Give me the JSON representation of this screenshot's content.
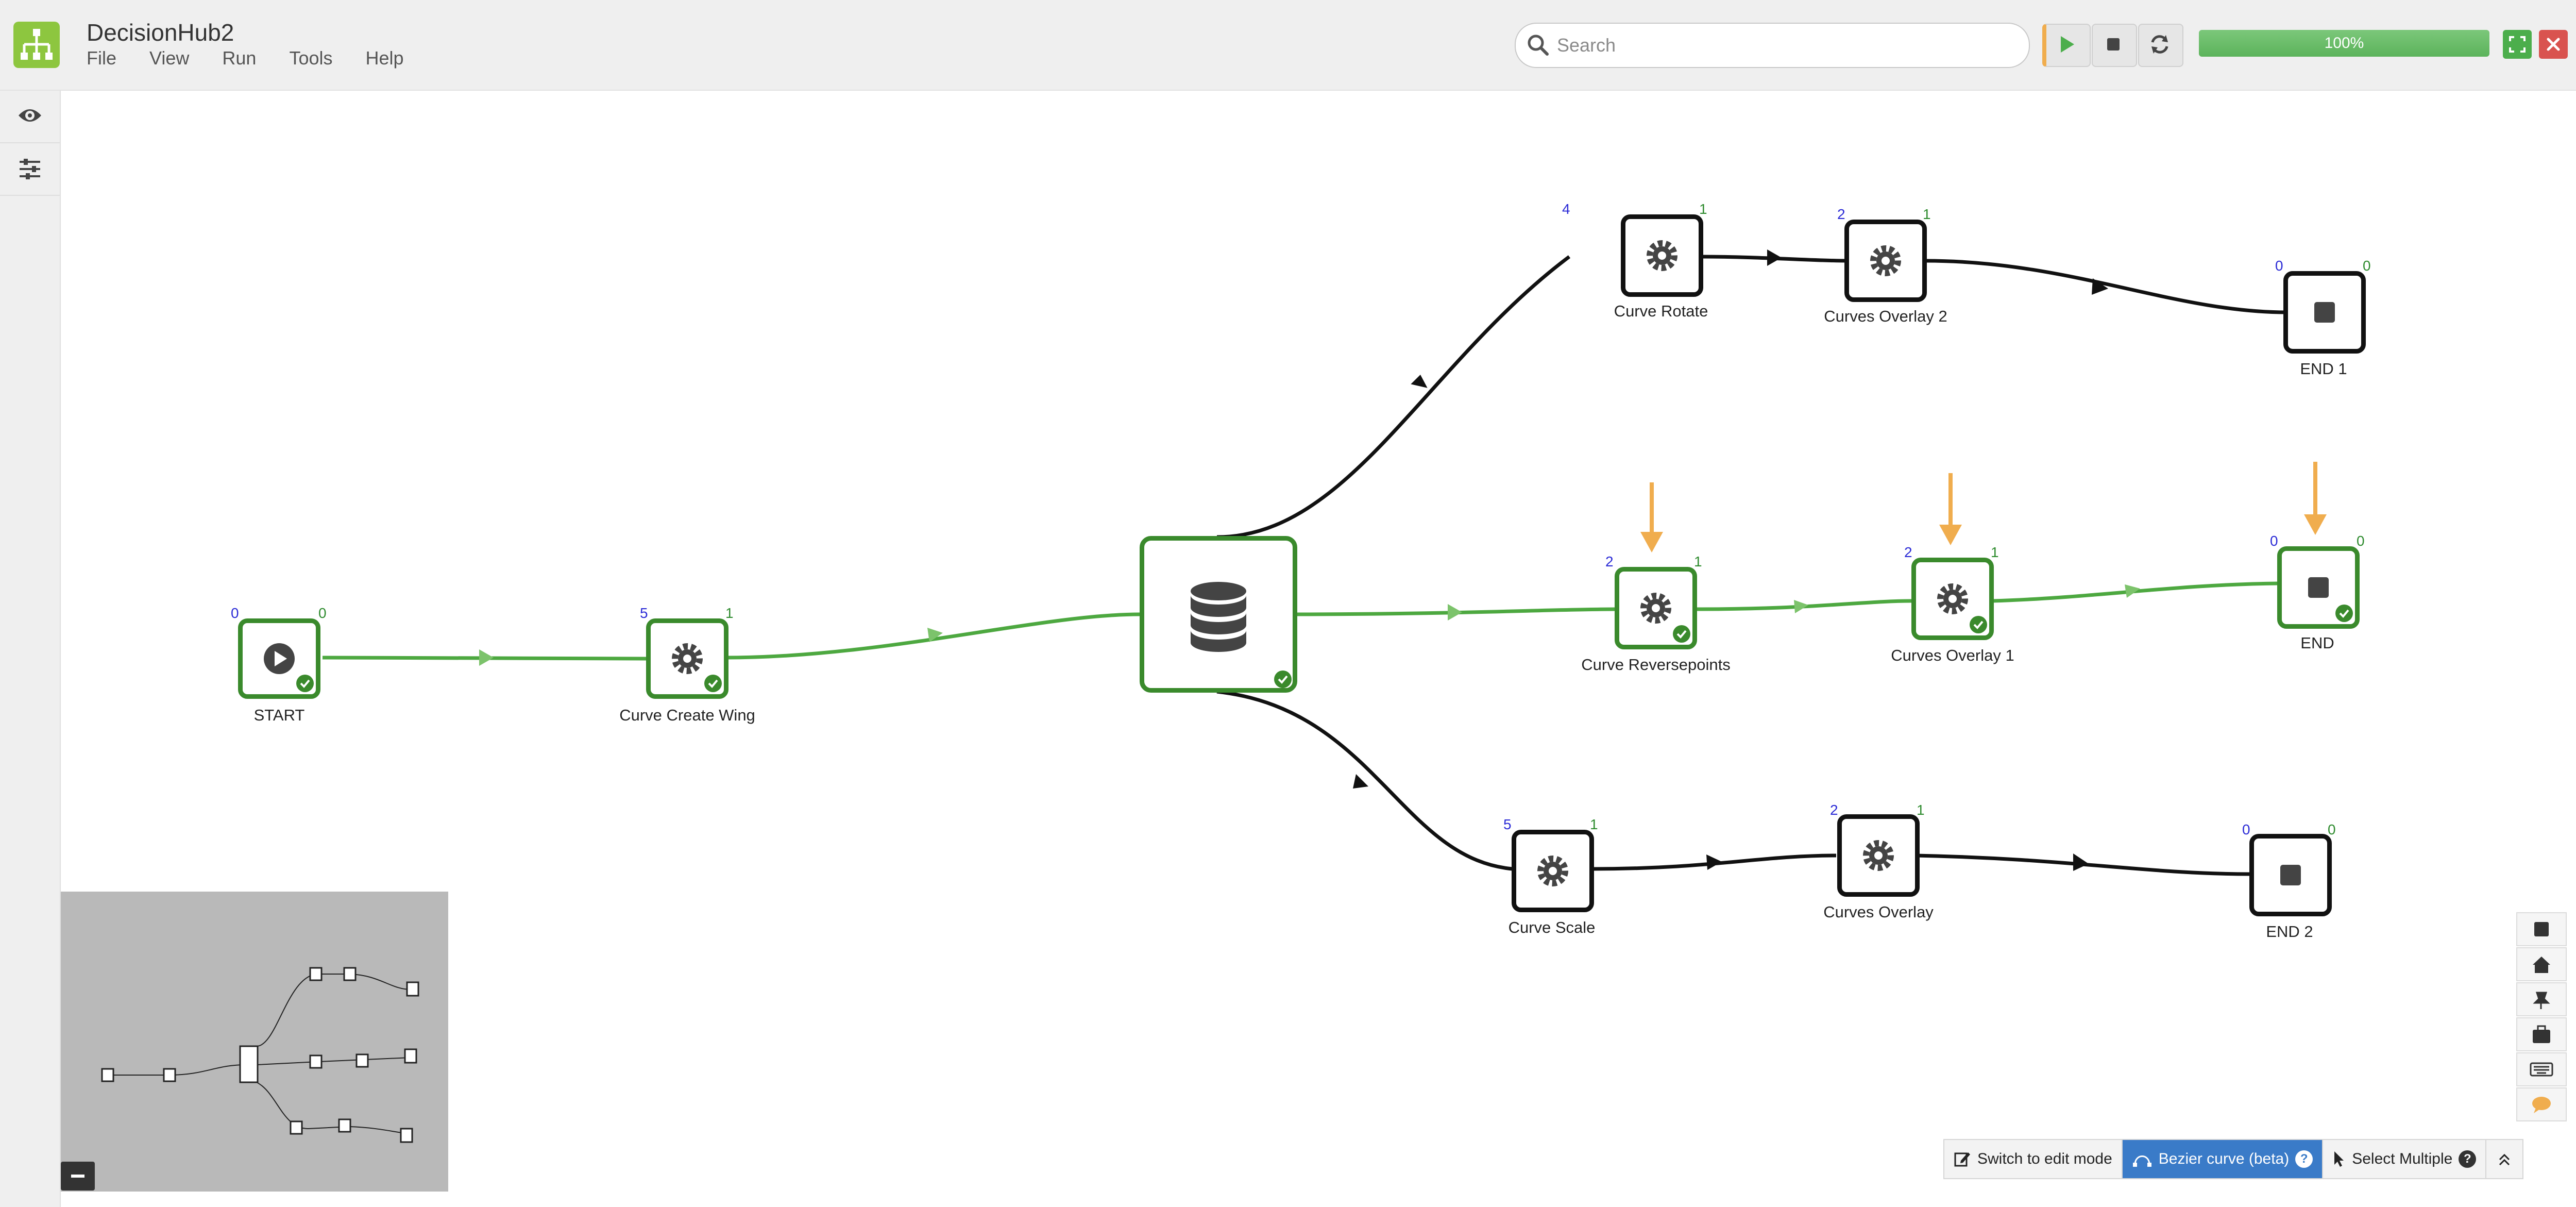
{
  "app": {
    "title": "DecisionHub2"
  },
  "menu": {
    "items": [
      "File",
      "View",
      "Run",
      "Tools",
      "Help"
    ]
  },
  "search": {
    "placeholder": "Search"
  },
  "progress": {
    "label": "100%",
    "value": 1.0
  },
  "toolbar": {
    "run_icon": "play-icon",
    "stop_icon": "stop-icon",
    "refresh_icon": "refresh-icon",
    "maximize_icon": "maximize-icon",
    "close_icon": "close-icon"
  },
  "rail": {
    "items": [
      {
        "icon": "eye-icon"
      },
      {
        "icon": "sliders-icon"
      }
    ]
  },
  "workflow": {
    "nodes": [
      {
        "id": "start",
        "label": "START",
        "in_count": "0",
        "out_count": "0",
        "icon": "play-icon",
        "status": "completed"
      },
      {
        "id": "create-wing",
        "label": "Curve Create Wing",
        "in_count": "5",
        "out_count": "1",
        "icon": "gear-icon",
        "status": "completed"
      },
      {
        "id": "database",
        "label": "",
        "in_count": "",
        "out_count": "",
        "icon": "database-icon",
        "status": "completed"
      },
      {
        "id": "rotate",
        "label": "Curve Rotate",
        "in_count": "4",
        "out_count": "1",
        "icon": "gear-icon",
        "status": "idle"
      },
      {
        "id": "overlay2",
        "label": "Curves Overlay 2",
        "in_count": "2",
        "out_count": "1",
        "icon": "gear-icon",
        "status": "idle"
      },
      {
        "id": "end1",
        "label": "END 1",
        "in_count": "0",
        "out_count": "0",
        "icon": "stop-icon",
        "status": "idle"
      },
      {
        "id": "reversepoints",
        "label": "Curve Reversepoints",
        "in_count": "2",
        "out_count": "1",
        "icon": "gear-icon",
        "status": "completed"
      },
      {
        "id": "overlay1",
        "label": "Curves Overlay 1",
        "in_count": "2",
        "out_count": "1",
        "icon": "gear-icon",
        "status": "completed"
      },
      {
        "id": "end",
        "label": "END",
        "in_count": "0",
        "out_count": "0",
        "icon": "stop-icon",
        "status": "completed"
      },
      {
        "id": "scale",
        "label": "Curve Scale",
        "in_count": "5",
        "out_count": "1",
        "icon": "gear-icon",
        "status": "idle"
      },
      {
        "id": "overlay",
        "label": "Curves Overlay",
        "in_count": "2",
        "out_count": "1",
        "icon": "gear-icon",
        "status": "idle"
      },
      {
        "id": "end2",
        "label": "END 2",
        "in_count": "0",
        "out_count": "0",
        "icon": "stop-icon",
        "status": "idle"
      }
    ],
    "edges": [
      [
        "start",
        "create-wing"
      ],
      [
        "create-wing",
        "database"
      ],
      [
        "database",
        "rotate"
      ],
      [
        "rotate",
        "overlay2"
      ],
      [
        "overlay2",
        "end1"
      ],
      [
        "database",
        "reversepoints"
      ],
      [
        "reversepoints",
        "overlay1"
      ],
      [
        "overlay1",
        "end"
      ],
      [
        "database",
        "scale"
      ],
      [
        "scale",
        "overlay"
      ],
      [
        "overlay",
        "end2"
      ]
    ],
    "colors": {
      "completed": "#3a8a2c",
      "idle": "#111111",
      "completed_edge": "#4da840",
      "marker": "#f0ad4e"
    }
  },
  "palette": {
    "icons": [
      "square-icon",
      "home-icon",
      "pin-icon",
      "briefcase-icon",
      "keyboard-icon",
      "comment-icon"
    ]
  },
  "bottom_bar": {
    "edit_mode_label": "Switch to edit mode",
    "bezier_label": "Bezier curve (beta)",
    "select_multiple_label": "Select Multiple"
  },
  "minimap": {
    "collapse_icon": "minus-icon"
  }
}
